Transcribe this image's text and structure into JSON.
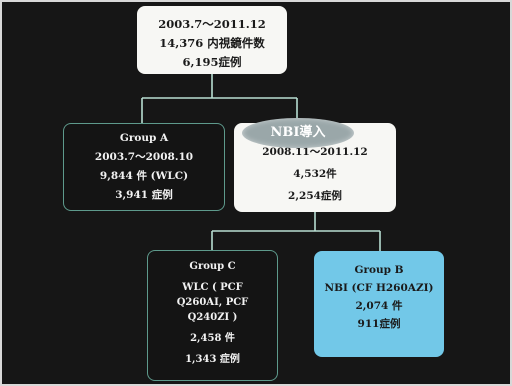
{
  "top": {
    "line1": "2003.7～2011.12",
    "line2": "14,376 内視鏡件数",
    "line3": "6,195症例"
  },
  "group_a": {
    "title": "Group A",
    "period": "2003.7～2008.10",
    "count": "9,844 件 (WLC)",
    "patients": "3,941 症例"
  },
  "nbi": {
    "badge": "NBI導入",
    "period": "2008.11～2011.12",
    "count": "4,532件",
    "patients": "2,254症例"
  },
  "group_c": {
    "title": "Group C",
    "scope_line1": "WLC ( PCF",
    "scope_line2": "Q260AI, PCF",
    "scope_line3": "Q240ZI )",
    "count": "2,458 件",
    "patients": "1,343 症例"
  },
  "group_b": {
    "title": "Group B",
    "scope": "NBI (CF H260AZI)",
    "count": "2,074 件",
    "patients": "911症例"
  },
  "colors": {
    "background": "#161616",
    "white_box": "#f7f7f4",
    "blue_box": "#72c8e8",
    "connector": "#b8ded2",
    "dark_box_border": "#5e9a8c",
    "badge": "#9aa7a9"
  }
}
